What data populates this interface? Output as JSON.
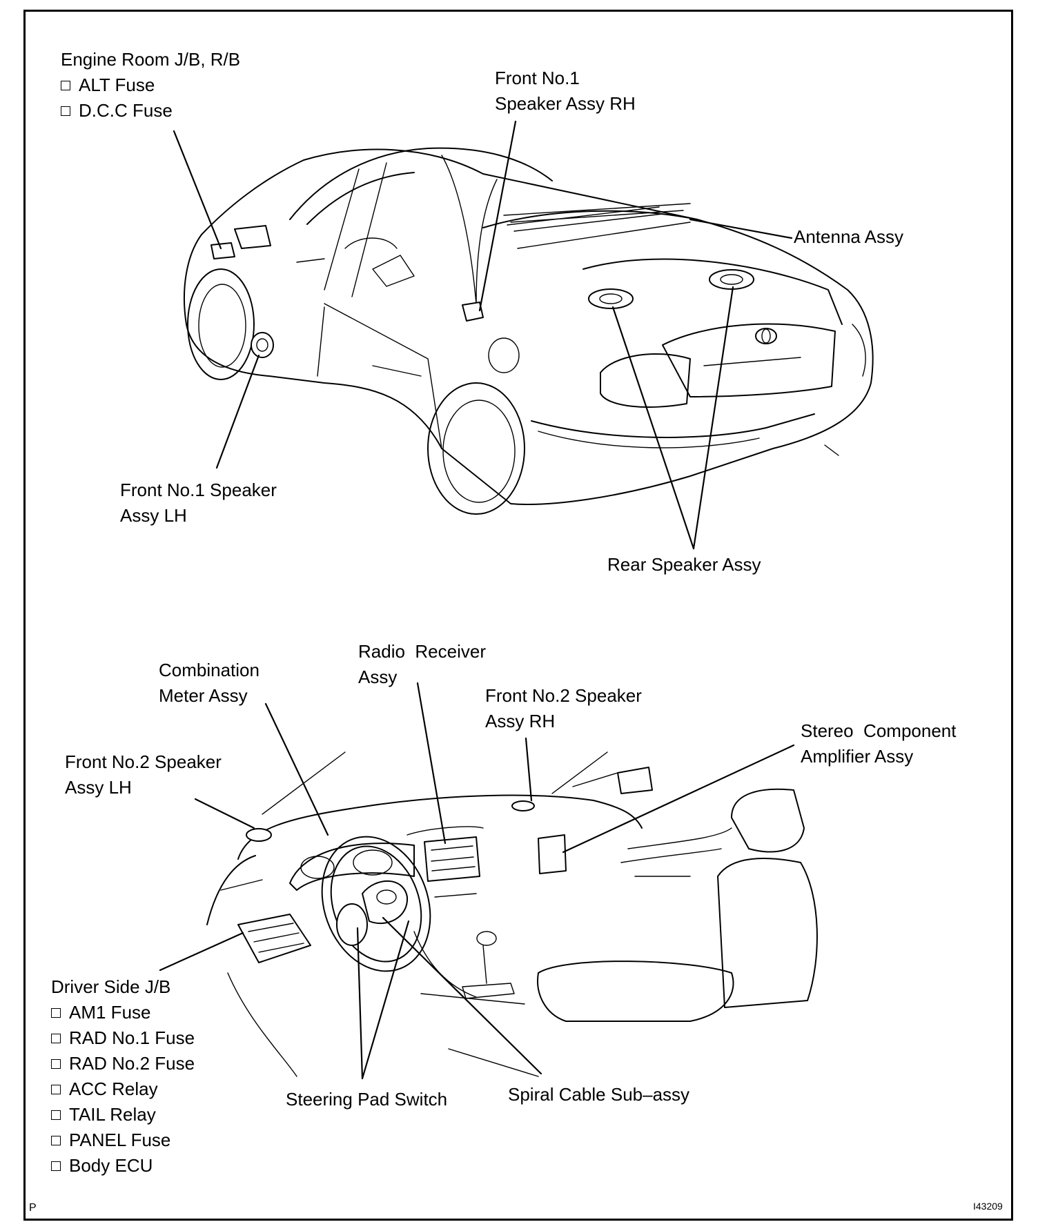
{
  "figure_id": "I43209",
  "corner_mark": "P",
  "top_view": {
    "engine_room": {
      "title": "Engine Room J/B, R/B",
      "items": [
        "ALT Fuse",
        "D.C.C Fuse"
      ]
    },
    "front_no1_speaker_rh": [
      "Front No.1",
      "Speaker Assy RH"
    ],
    "antenna": "Antenna Assy",
    "front_no1_speaker_lh": [
      "Front No.1 Speaker",
      "Assy LH"
    ],
    "rear_speaker": "Rear Speaker Assy"
  },
  "bottom_view": {
    "combination_meter": [
      "Combination",
      "Meter Assy"
    ],
    "radio_receiver": [
      "Radio  Receiver",
      "Assy"
    ],
    "front_no2_speaker_rh": [
      "Front No.2 Speaker",
      "Assy RH"
    ],
    "stereo_amp": [
      "Stereo  Component",
      "Amplifier Assy"
    ],
    "front_no2_speaker_lh": [
      "Front No.2 Speaker",
      "Assy LH"
    ],
    "driver_side_jb": {
      "title": "Driver Side J/B",
      "items": [
        "AM1 Fuse",
        "RAD No.1 Fuse",
        "RAD No.2 Fuse",
        "ACC Relay",
        "TAIL Relay",
        "PANEL Fuse",
        "Body ECU"
      ]
    },
    "steering_pad_switch": "Steering Pad Switch",
    "spiral_cable": "Spiral Cable Sub–assy"
  }
}
